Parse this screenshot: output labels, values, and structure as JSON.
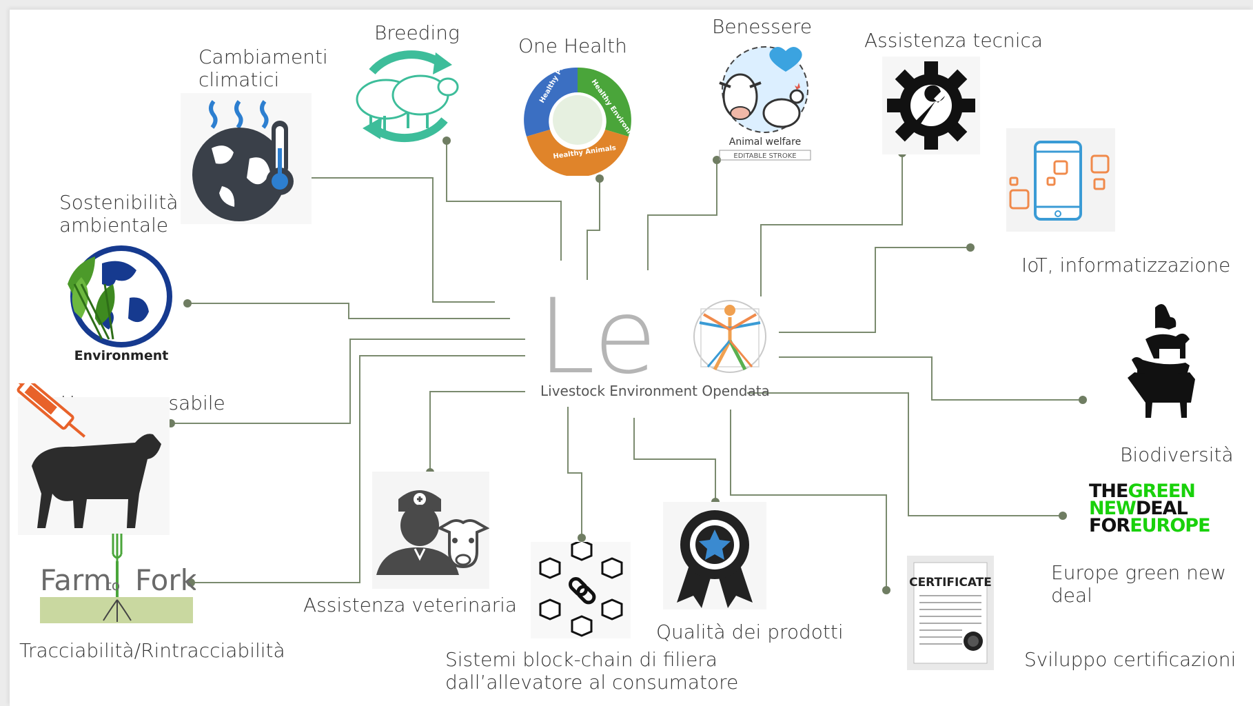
{
  "center": {
    "logo_text": "Le",
    "subtitle": "Livestock Environment Opendata"
  },
  "nodes": [
    {
      "id": "cambiamenti",
      "label": "Cambiamenti\nclimatici",
      "icon": "globe-thermometer-icon"
    },
    {
      "id": "breeding",
      "label": "Breeding",
      "icon": "sheep-cycle-icon"
    },
    {
      "id": "onehealth",
      "label": "One Health",
      "icon": "one-health-cycle-icon",
      "ring": [
        "Healthy People",
        "Healthy Environments",
        "Healthy Animals"
      ]
    },
    {
      "id": "benessere",
      "label": "Benessere",
      "icon": "animal-welfare-icon",
      "caption": "Animal welfare",
      "caption2": "EDITABLE STROKE"
    },
    {
      "id": "assistenza_tecnica",
      "label": "Assistenza tecnica",
      "icon": "gear-wrench-icon"
    },
    {
      "id": "iot",
      "label": "IoT, informatizzazione",
      "icon": "tablet-iot-icon"
    },
    {
      "id": "sostenibilita",
      "label": "Sostenibilità\nambientale",
      "icon": "environment-globe-icon",
      "caption": "Environment"
    },
    {
      "id": "biodiversita",
      "label": "Biodiversità",
      "icon": "animal-stack-icon"
    },
    {
      "id": "farmaci",
      "label": "Uso responsabile\nfarmaci",
      "icon": "cow-syringe-icon"
    },
    {
      "id": "greendeal",
      "label": "Europe green new deal",
      "icon": "green-new-deal-logo",
      "logo_lines": [
        [
          "THE",
          "GREEN"
        ],
        [
          "NEW",
          "DEAL"
        ],
        [
          "FOR",
          "EUROPE"
        ]
      ]
    },
    {
      "id": "veterinaria",
      "label": "Assistenza veterinaria",
      "icon": "veterinarian-cow-icon"
    },
    {
      "id": "tracciabilita",
      "label": "Tracciabilità/Rintracciabilità",
      "icon": "farm-to-fork-logo",
      "logo_words": [
        "Farm",
        "to",
        "Fork"
      ]
    },
    {
      "id": "blockchain",
      "label": "Sistemi   block-chain   di   filiera\ndall’allevatore al consumatore",
      "icon": "blockchain-cubes-icon"
    },
    {
      "id": "qualita",
      "label": "Qualità dei prodotti",
      "icon": "award-ribbon-icon"
    },
    {
      "id": "certificazioni",
      "label": "Sviluppo  certificazioni",
      "icon": "certificate-icon",
      "caption": "CERTIFICATE"
    }
  ],
  "colors": {
    "connector": "#7a8a6e",
    "node_dot": "#6f7d62",
    "logo_gray": "#b5b5b5",
    "gear": "#111111",
    "iot_blue": "#3a9bd5",
    "iot_orange": "#f08a4b",
    "green_deal": "#19d10b",
    "env_blue": "#163a8f",
    "env_green": "#4c9a2a"
  }
}
